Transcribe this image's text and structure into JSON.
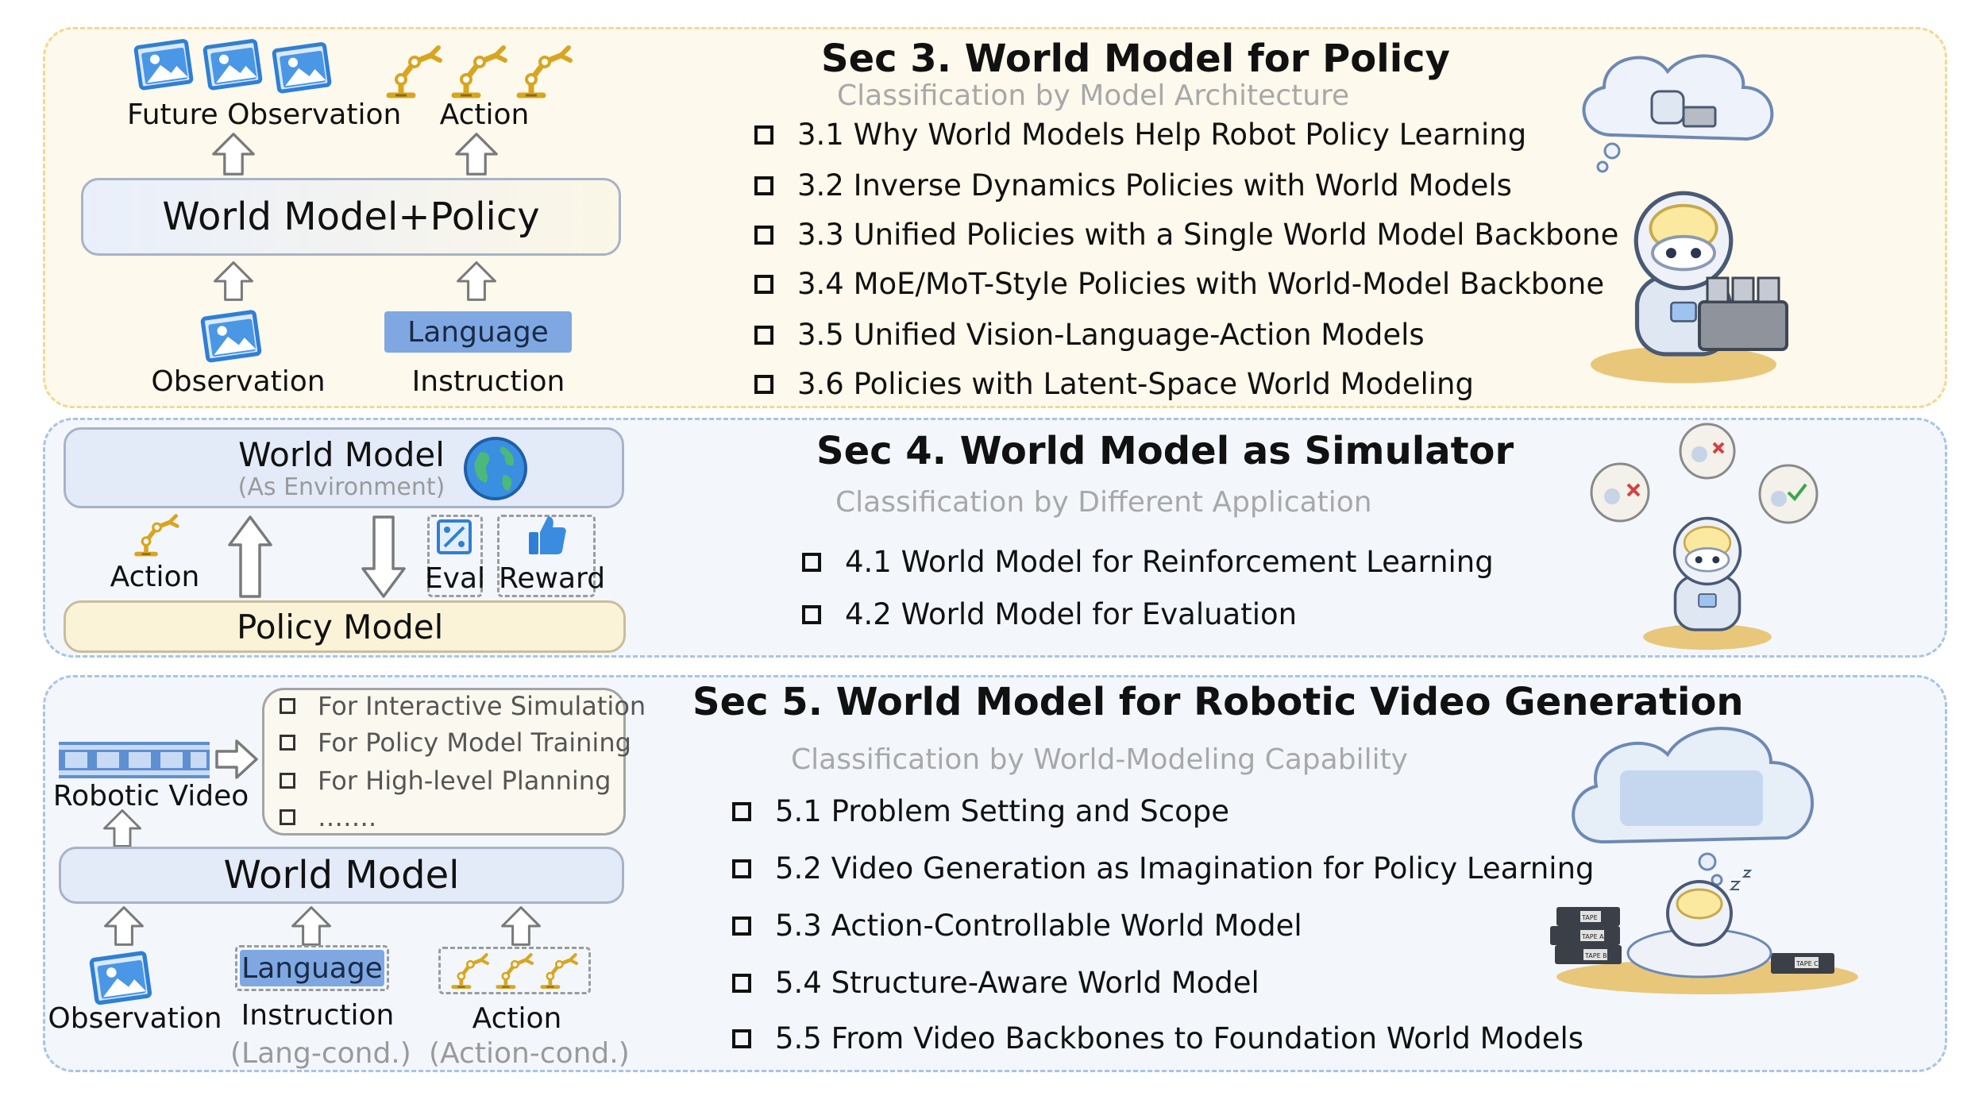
{
  "sec3": {
    "left": {
      "future_obs": "Future Observation",
      "action": "Action",
      "box": "World Model+Policy",
      "observation": "Observation",
      "language": "Language",
      "instruction": "Instruction"
    },
    "title": "Sec 3. World Model for Policy",
    "subtitle": "Classification by Model Architecture",
    "items": [
      "3.1 Why World Models Help Robot Policy Learning",
      "3.2 Inverse Dynamics Policies with World Models",
      "3.3 Unified Policies with a Single World Model Backbone",
      "3.4 MoE/MoT-Style Policies with World-Model Backbone",
      "3.5 Unified Vision-Language-Action Models",
      "3.6 Policies with Latent-Space World Modeling"
    ]
  },
  "sec4": {
    "left": {
      "world_model": "World Model",
      "as_env": "(As Environment)",
      "action": "Action",
      "eval": "Eval",
      "reward": "Reward",
      "policy": "Policy Model"
    },
    "title": "Sec 4. World Model as Simulator",
    "subtitle": "Classification by Different Application",
    "items": [
      "4.1 World Model for Reinforcement Learning",
      "4.2 World Model for Evaluation"
    ]
  },
  "sec5": {
    "left": {
      "bubble_items": [
        "For Interactive Simulation",
        "For Policy Model Training",
        "For High-level Planning",
        "……."
      ],
      "robotic_video": "Robotic Video",
      "world_model": "World Model",
      "observation": "Observation",
      "language": "Language",
      "instruction": "Instruction",
      "lang_cond": "(Lang-cond.)",
      "action": "Action",
      "action_cond": "(Action-cond.)"
    },
    "title": "Sec 5. World Model for Robotic Video Generation",
    "subtitle": "Classification by World-Modeling Capability",
    "items": [
      "5.1 Problem Setting and Scope",
      "5.2 Video Generation as Imagination for Policy Learning",
      "5.3 Action-Controllable World Model",
      "5.4 Structure-Aware World Model",
      "5.5 From Video Backbones to Foundation World Models"
    ],
    "tape_labels": [
      "TAPE",
      "TAPE A",
      "TAPE B",
      "TAPE C"
    ]
  },
  "colors": {
    "panel1_bg": "#fdf9ec",
    "panel1_border": "#f1d991",
    "panel_blue_bg": "#f3f7fc",
    "panel_blue_border": "#a9c3e6",
    "image_icon_blue": "#3b8be0",
    "robot_arm_gold": "#d9a521",
    "language_box": "#7fa8e3"
  },
  "icons": [
    "image-icon",
    "robot-arm-icon",
    "earth-globe-icon",
    "percent-eval-icon",
    "thumbs-up-icon",
    "film-strip-icon",
    "robot-illustration"
  ]
}
